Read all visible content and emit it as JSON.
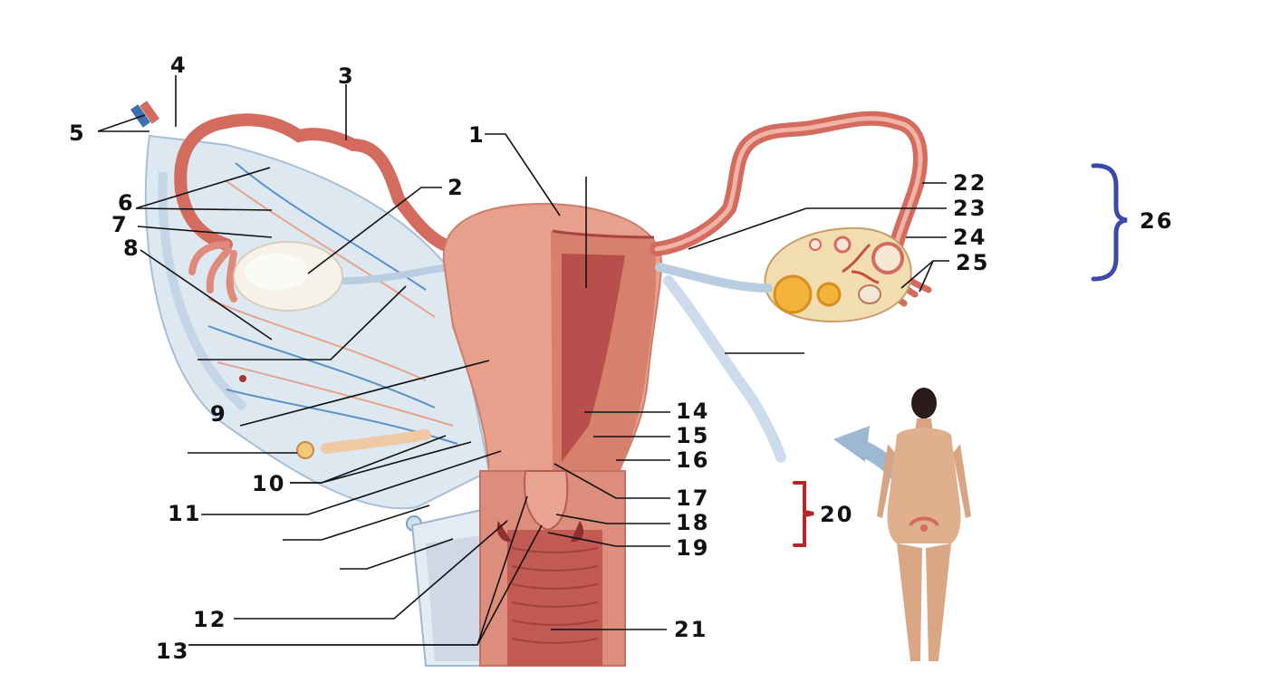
{
  "diagram": {
    "labels": {
      "l1": "1",
      "l2": "2",
      "l3": "3",
      "l4": "4",
      "l5": "5",
      "l6": "6",
      "l7": "7",
      "l8": "8",
      "l9": "9",
      "l10": "10",
      "l11": "11",
      "l12": "12",
      "l13": "13",
      "l14": "14",
      "l15": "15",
      "l16": "16",
      "l17": "17",
      "l18": "18",
      "l19": "19",
      "l20": "20",
      "l21": "21",
      "l22": "22",
      "l23": "23",
      "l24": "24",
      "l25": "25",
      "l26": "26"
    },
    "colors": {
      "uterus": "#e49a86",
      "muscle": "#c96a5a",
      "mucosa": "#b4504c",
      "ligament": "#d9e6f0",
      "ovary": "#f3e5c3",
      "blue_bracket": "#3b4aa8",
      "red_bracket": "#b52727"
    }
  }
}
